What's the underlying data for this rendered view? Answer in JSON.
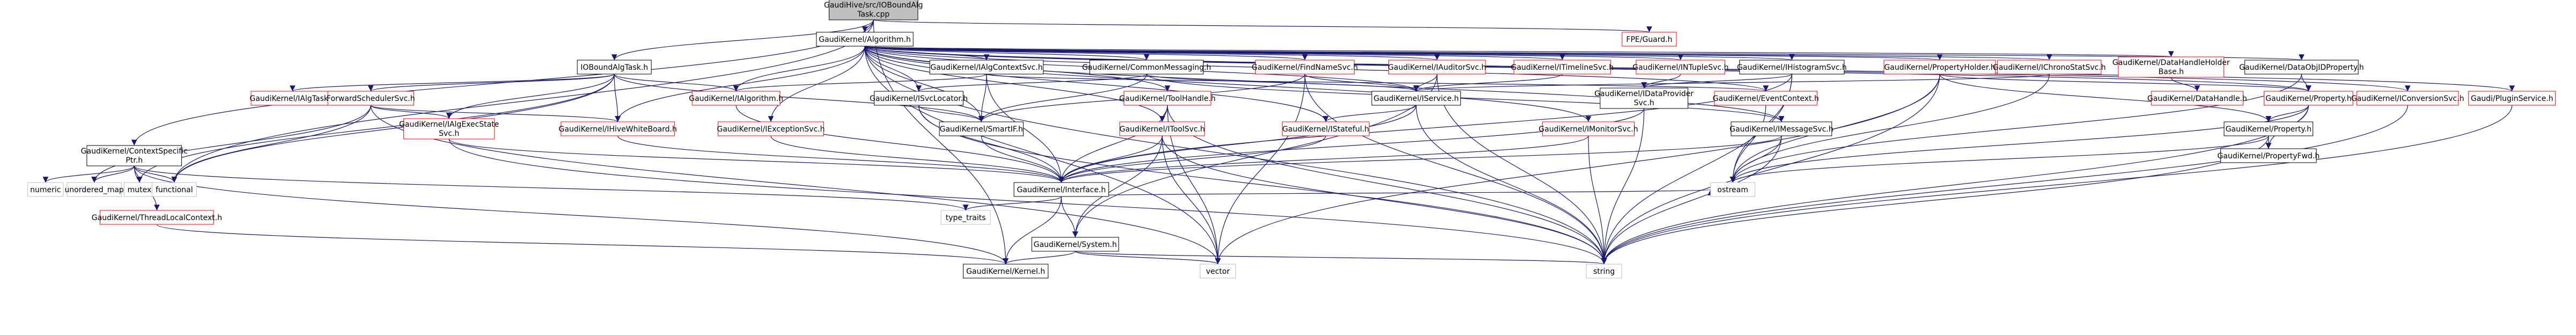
{
  "colors": {
    "edge": "#191970",
    "node_border": "#000000",
    "external_border": "#bfbfbf",
    "missing_border": "#ff0000",
    "root_fill": "#bfbfbf",
    "node_fill": "#ffffff"
  },
  "nodes": [
    {
      "id": "root",
      "lines": [
        "GaudiHive/src/IOBoundAlg",
        "Task.cpp"
      ],
      "kind": "root"
    },
    {
      "id": "algorithm",
      "lines": [
        "GaudiKernel/Algorithm.h"
      ],
      "kind": "node"
    },
    {
      "id": "fpecontrol",
      "lines": [
        "FPE/Guard.h"
      ],
      "kind": "missing"
    },
    {
      "id": "contextspecificptr",
      "lines": [
        "GaudiKernel/ContextSpecific",
        "Ptr.h"
      ],
      "kind": "node"
    },
    {
      "id": "ioboundalgtask",
      "lines": [
        "IOBoundAlgTask.h"
      ],
      "kind": "node"
    },
    {
      "id": "ialgcontextsvc",
      "lines": [
        "GaudiKernel/IAlgContextSvc.h"
      ],
      "kind": "node"
    },
    {
      "id": "commonmessaging",
      "lines": [
        "GaudiKernel/CommonMessaging.h"
      ],
      "kind": "node"
    },
    {
      "id": "findnamesvc",
      "lines": [
        "GaudiKernel/FindNameSvc.h"
      ],
      "kind": "missing"
    },
    {
      "id": "iauditorsvc",
      "lines": [
        "GaudiKernel/IAuditorSvc.h"
      ],
      "kind": "missing"
    },
    {
      "id": "itimelinesvc",
      "lines": [
        "GaudiKernel/ITimelineSvc.h"
      ],
      "kind": "missing"
    },
    {
      "id": "intuplesvc",
      "lines": [
        "GaudiKernel/INTupleSvc.h"
      ],
      "kind": "missing"
    },
    {
      "id": "ihistogramsvc",
      "lines": [
        "GaudiKernel/IHistogramSvc.h"
      ],
      "kind": "node"
    },
    {
      "id": "propertyholder",
      "lines": [
        "GaudiKernel/PropertyHolder.h"
      ],
      "kind": "missing"
    },
    {
      "id": "ichronostatsvc",
      "lines": [
        "GaudiKernel/IChronoStatSvc.h"
      ],
      "kind": "missing"
    },
    {
      "id": "datahandleholderbase",
      "lines": [
        "GaudiKernel/DataHandleHolder",
        "Base.h"
      ],
      "kind": "missing"
    },
    {
      "id": "dataobjidproperty",
      "lines": [
        "GaudiKernel/DataObjIDProperty.h"
      ],
      "kind": "node"
    },
    {
      "id": "ialgtask",
      "lines": [
        "GaudiKernel/IAlgTask.h"
      ],
      "kind": "missing"
    },
    {
      "id": "forwardschedulersvc",
      "lines": [
        "ForwardSchedulerSvc.h"
      ],
      "kind": "missing"
    },
    {
      "id": "ialgorithm",
      "lines": [
        "GaudiKernel/IAlgorithm.h"
      ],
      "kind": "missing"
    },
    {
      "id": "isvclocator",
      "lines": [
        "GaudiKernel/ISvcLocator.h"
      ],
      "kind": "node"
    },
    {
      "id": "toolhandle",
      "lines": [
        "GaudiKernel/ToolHandle.h"
      ],
      "kind": "missing"
    },
    {
      "id": "iservice",
      "lines": [
        "GaudiKernel/IService.h"
      ],
      "kind": "node"
    },
    {
      "id": "idataprovidersvc",
      "lines": [
        "GaudiKernel/IDataProvider",
        "Svc.h"
      ],
      "kind": "node"
    },
    {
      "id": "ieventcontext",
      "lines": [
        "GaudiKernel/EventContext.h"
      ],
      "kind": "missing"
    },
    {
      "id": "datahandle",
      "lines": [
        "GaudiKernel/DataHandle.h"
      ],
      "kind": "missing"
    },
    {
      "id": "property",
      "lines": [
        "GaudiKernel/Property.h"
      ],
      "kind": "missing"
    },
    {
      "id": "iconversionsvc",
      "lines": [
        "GaudiKernel/IConversionSvc.h"
      ],
      "kind": "missing"
    },
    {
      "id": "pluginservice",
      "lines": [
        "Gaudi/PluginService.h"
      ],
      "kind": "missing"
    },
    {
      "id": "ialgexecstatesvc",
      "lines": [
        "GaudiKernel/IAlgExecState",
        "Svc.h"
      ],
      "kind": "missing"
    },
    {
      "id": "ihivewhiteboard",
      "lines": [
        "GaudiKernel/IHiveWhiteBoard.h"
      ],
      "kind": "missing"
    },
    {
      "id": "iexceptionsvc",
      "lines": [
        "GaudiKernel/IExceptionSvc.h"
      ],
      "kind": "missing"
    },
    {
      "id": "smartif",
      "lines": [
        "GaudiKernel/SmartIF.h"
      ],
      "kind": "node"
    },
    {
      "id": "istateful",
      "lines": [
        "GaudiKernel/IStateful.h"
      ],
      "kind": "missing"
    },
    {
      "id": "imonitorsvc",
      "lines": [
        "GaudiKernel/IMonitorSvc.h"
      ],
      "kind": "missing"
    },
    {
      "id": "itoolsvc",
      "lines": [
        "GaudiKernel/IToolSvc.h"
      ],
      "kind": "missing"
    },
    {
      "id": "imessagesvc",
      "lines": [
        "GaudiKernel/IMessageSvc.h"
      ],
      "kind": "node"
    },
    {
      "id": "gaudiproperty",
      "lines": [
        "GaudiKernel/Property.h"
      ],
      "kind": "node"
    },
    {
      "id": "propertyfwd",
      "lines": [
        "GaudiKernel/PropertyFwd.h"
      ],
      "kind": "node"
    },
    {
      "id": "numeric",
      "lines": [
        "numeric"
      ],
      "kind": "external"
    },
    {
      "id": "unordered_map",
      "lines": [
        "unordered_map"
      ],
      "kind": "external"
    },
    {
      "id": "mutex",
      "lines": [
        "mutex"
      ],
      "kind": "external"
    },
    {
      "id": "functional",
      "lines": [
        "functional"
      ],
      "kind": "external"
    },
    {
      "id": "interface",
      "lines": [
        "GaudiKernel/Interface.h"
      ],
      "kind": "node"
    },
    {
      "id": "ostream",
      "lines": [
        "ostream"
      ],
      "kind": "external"
    },
    {
      "id": "threadlocalcontext",
      "lines": [
        "GaudiKernel/ThreadLocalContext.h"
      ],
      "kind": "missing"
    },
    {
      "id": "type_traits",
      "lines": [
        "type_traits"
      ],
      "kind": "external"
    },
    {
      "id": "system",
      "lines": [
        "GaudiKernel/System.h"
      ],
      "kind": "node"
    },
    {
      "id": "kernel",
      "lines": [
        "GaudiKernel/Kernel.h"
      ],
      "kind": "node"
    },
    {
      "id": "vector",
      "lines": [
        "vector"
      ],
      "kind": "external"
    },
    {
      "id": "string",
      "lines": [
        "string"
      ],
      "kind": "external"
    }
  ]
}
